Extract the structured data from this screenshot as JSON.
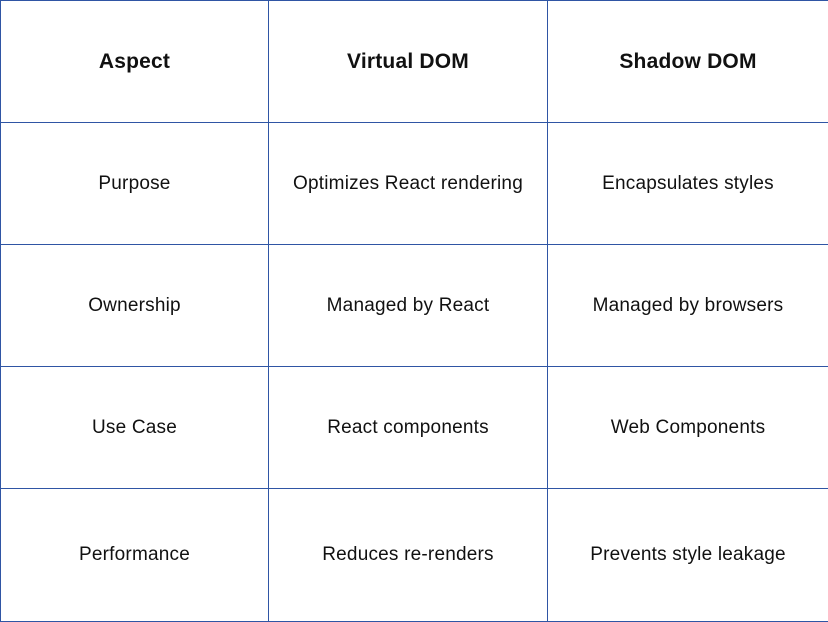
{
  "table": {
    "headers": [
      "Aspect",
      "Virtual DOM",
      "Shadow DOM"
    ],
    "rows": [
      [
        "Purpose",
        "Optimizes React rendering",
        "Encapsulates styles"
      ],
      [
        "Ownership",
        "Managed by React",
        "Managed by browsers"
      ],
      [
        "Use Case",
        "React components",
        "Web Components"
      ],
      [
        "Performance",
        "Reduces re-renders",
        "Prevents style leakage"
      ]
    ]
  },
  "colors": {
    "border": "#2f55a4",
    "text": "#111111",
    "background": "#ffffff"
  }
}
